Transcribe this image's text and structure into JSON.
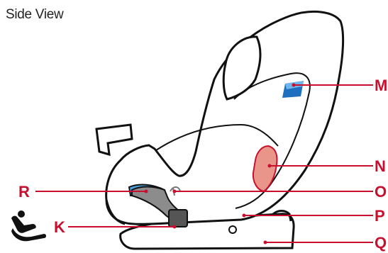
{
  "title": "Side View",
  "labels": {
    "M": "M",
    "N": "N",
    "O": "O",
    "P": "P",
    "Q": "Q",
    "R": "R",
    "K": "K"
  },
  "colors": {
    "callout": "#c8102e",
    "outline": "#111111",
    "blue_tag": "#1e6fc0",
    "side_pad": "#e9958a",
    "belt_blue": "#4aa3df",
    "belt_gray": "#8c8c8c"
  },
  "icons": {
    "k_icon": "child-seat-installation-icon"
  }
}
